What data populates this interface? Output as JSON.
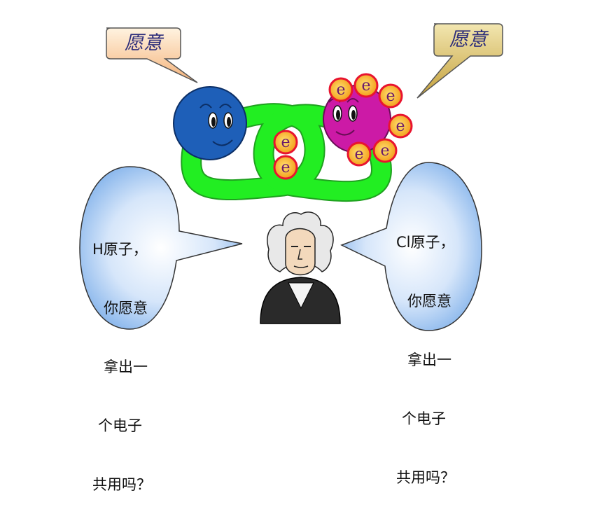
{
  "left_callout": {
    "text": "愿意"
  },
  "right_callout": {
    "text": "愿意"
  },
  "electron_symbol": "e",
  "left_bubble": {
    "lines": [
      "H原子，",
      "你愿意",
      "拿出一",
      "个电子",
      "共用吗？"
    ]
  },
  "right_bubble": {
    "lines": [
      "Cl原子，",
      "你愿意",
      "拿出一",
      "个电子",
      "共用吗？"
    ]
  },
  "colors": {
    "h_atom": "#1e5fb8",
    "cl_atom": "#cc1aa6",
    "bond_arms": "#22ee22",
    "electron_fill": "#f5b21e",
    "electron_ring": "#e8142f",
    "bubble_fill": "#9ec6f2"
  }
}
